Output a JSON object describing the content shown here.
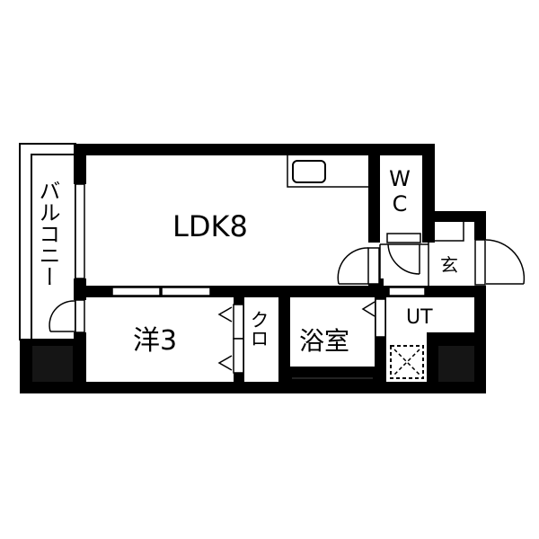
{
  "floorplan": {
    "rooms": {
      "ldk": {
        "label": "LDK8",
        "type": "living-dining-kitchen",
        "size_jo": 8
      },
      "western_room": {
        "label": "洋3",
        "type": "western-style-room",
        "size_jo": 3
      },
      "closet": {
        "label": "クロ",
        "type": "closet"
      },
      "bathroom": {
        "label": "浴室",
        "type": "bathroom"
      },
      "toilet": {
        "label": "WC",
        "type": "toilet"
      },
      "entrance": {
        "label": "玄",
        "type": "entrance"
      },
      "utility": {
        "label": "UT",
        "type": "utility-space"
      },
      "balcony": {
        "label": "バルコニー",
        "type": "balcony"
      }
    },
    "colors": {
      "wall": "#000000",
      "floor": "#ffffff",
      "pillar": "#151515"
    }
  }
}
